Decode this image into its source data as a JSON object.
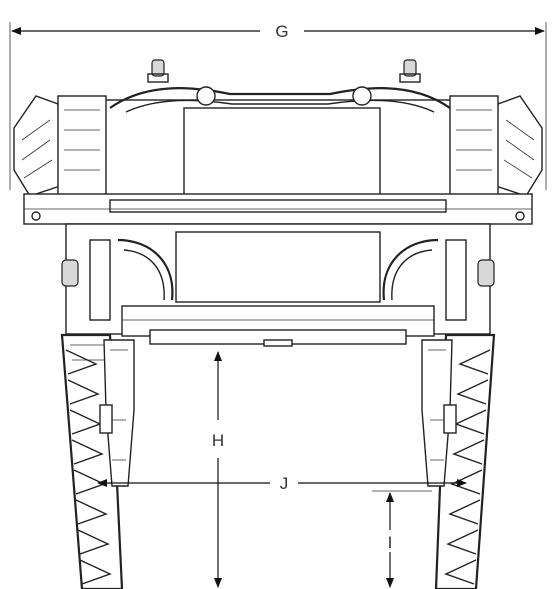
{
  "figure": {
    "labels": {
      "g": "G",
      "h": "H",
      "j": "J",
      "i": "I"
    },
    "colors": {
      "line": "#222222",
      "background": "#ffffff"
    }
  }
}
